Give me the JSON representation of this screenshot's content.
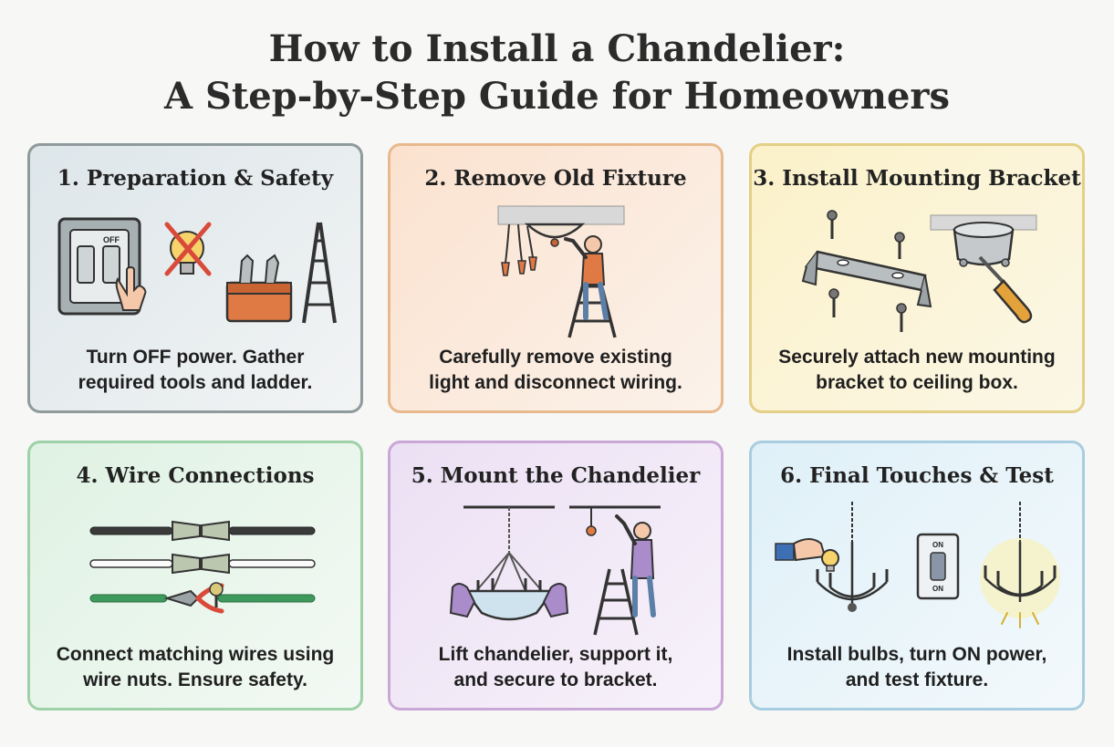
{
  "title": {
    "line1": "How to Install a Chandelier:",
    "line2": "A Step-by-Step Guide for Homeowners"
  },
  "steps": [
    {
      "title": "1. Preparation & Safety",
      "line1": "Turn OFF power. Gather",
      "line2": "required tools and ladder.",
      "switch_label": "OFF"
    },
    {
      "title": "2. Remove Old Fixture",
      "line1": "Carefully remove existing",
      "line2": "light and disconnect wiring."
    },
    {
      "title": "3. Install Mounting Bracket",
      "line1": "Securely attach new mounting",
      "line2": "bracket to ceiling box."
    },
    {
      "title": "4. Wire Connections",
      "line1": "Connect matching wires using",
      "line2": "wire nuts. Ensure safety."
    },
    {
      "title": "5. Mount the Chandelier",
      "line1": "Lift chandelier, support it,",
      "line2": "and secure to bracket."
    },
    {
      "title": "6. Final Touches & Test",
      "line1": "Install bulbs, turn ON power,",
      "line2": "and test fixture.",
      "switch_top_label": "ON",
      "switch_bottom_label": "ON"
    }
  ],
  "icons": [
    "light-switch-icon",
    "crossed-bulb-icon",
    "toolbox-icon",
    "ladder-icon",
    "ceiling-fixture-icon",
    "worker-on-ladder-icon",
    "mounting-bracket-icon",
    "screw-icon",
    "ceiling-box-icon",
    "screwdriver-icon",
    "wire-nut-icon",
    "pliers-icon",
    "chandelier-icon",
    "hands-icon",
    "bulb-icon"
  ],
  "colors": {
    "card1_border": "#8f9a9b",
    "card2_border": "#e8b98d",
    "card3_border": "#e3cf85",
    "card4_border": "#9dd1a8",
    "card5_border": "#c9a8d8",
    "card6_border": "#a9cde0",
    "accent_orange": "#e07a45",
    "accent_red": "#d94a3a",
    "accent_purple": "#a98cc9"
  }
}
